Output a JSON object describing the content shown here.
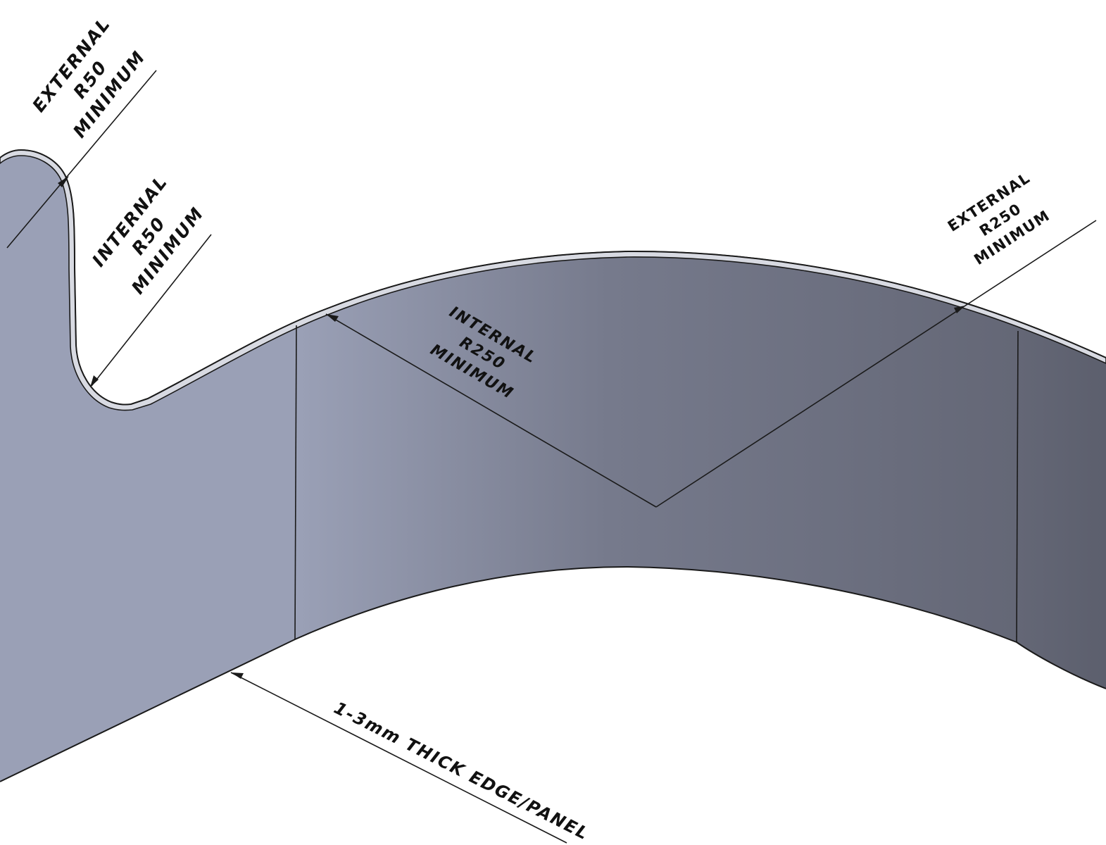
{
  "annotations": {
    "external_r50": [
      "EXTERNAL",
      "R50",
      "MINIMUM"
    ],
    "internal_r50": [
      "INTERNAL",
      "R50",
      "MINIMUM"
    ],
    "internal_r250": [
      "INTERNAL",
      "R250",
      "MINIMUM"
    ],
    "external_r250": [
      "EXTERNAL",
      "R250",
      "MINIMUM"
    ],
    "thickness": "1-3mm THICK EDGE/PANEL"
  },
  "colors": {
    "panel_light": "#9aa0b6",
    "panel_mid": "#767a8c",
    "panel_dark": "#5c5f6d",
    "edge_highlight": "#d8dae2",
    "line": "#1a1a1a",
    "background": "#ffffff"
  }
}
